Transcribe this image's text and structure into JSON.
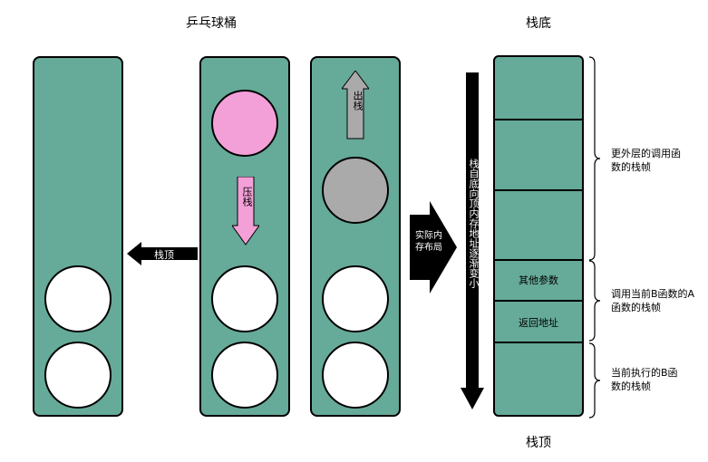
{
  "titles": {
    "pingpong": "乒乓球桶",
    "stack_bottom": "栈底",
    "stack_top_bottom": "栈顶"
  },
  "labels": {
    "stack_top_arrow": "栈顶",
    "push": "压栈",
    "pop": "出栈",
    "actual_memory_layout": "实际内存布局",
    "stack_growth": "栈自底向顶内存地址逐渐变小"
  },
  "stack_frames": {
    "other_params": "其他参数",
    "return_address": "返回地址"
  },
  "braces": {
    "outer_caller": "更外层的调用函数的栈帧",
    "caller_frame": "调用当前B函数的A函数的栈帧",
    "current_frame": "当前执行的B函数的栈帧"
  },
  "colors": {
    "tube": "#66aa99",
    "ball_pink": "#f4a0d8",
    "ball_gray": "#aaaaaa",
    "ball_white": "#ffffff"
  }
}
